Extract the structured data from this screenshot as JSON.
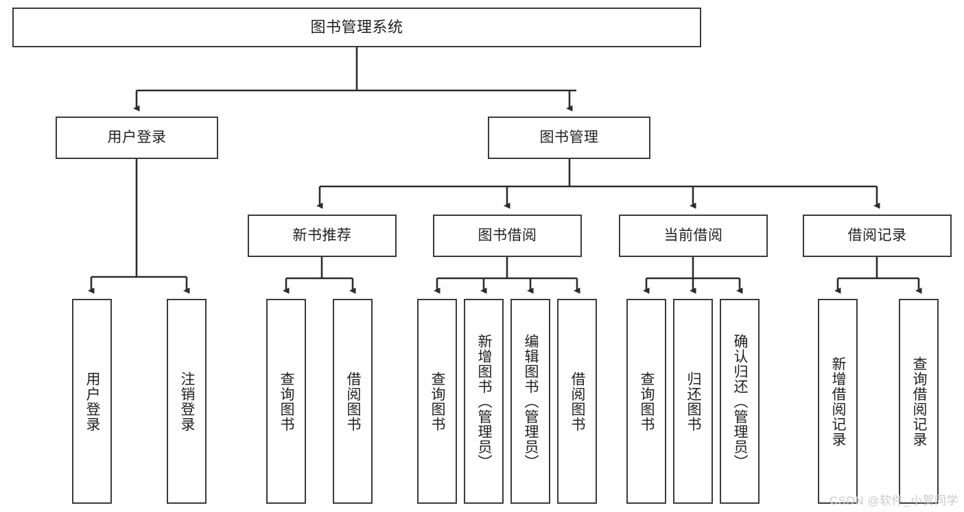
{
  "diagram": {
    "title": "图书管理系统",
    "type": "hierarchy-tree",
    "watermark": "CSDN @软件_小贺同学",
    "colors": {
      "box_border": "#3a3a3a",
      "box_fill": "#ffffff",
      "connector": "#2b2b2b",
      "text": "#1f1f1f",
      "watermark": "#c9c9c9"
    }
  },
  "nodes": {
    "root": {
      "label": "图书管理系统"
    },
    "level2": [
      {
        "id": "user-login",
        "label": "用户登录"
      },
      {
        "id": "book-manage",
        "label": "图书管理"
      }
    ],
    "level3": [
      {
        "id": "new-book-recommend",
        "label": "新书推荐"
      },
      {
        "id": "book-borrow",
        "label": "图书借阅"
      },
      {
        "id": "current-borrow",
        "label": "当前借阅"
      },
      {
        "id": "borrow-record",
        "label": "借阅记录"
      }
    ],
    "leaves": [
      {
        "id": "leaf-user-login",
        "label": "用户登录",
        "parent": "user-login"
      },
      {
        "id": "leaf-logout-login",
        "label": "注销登录",
        "parent": "user-login"
      },
      {
        "id": "leaf-query-book-1",
        "label": "查询图书",
        "parent": "new-book-recommend"
      },
      {
        "id": "leaf-borrow-book-1",
        "label": "借阅图书",
        "parent": "new-book-recommend"
      },
      {
        "id": "leaf-query-book-2",
        "label": "查询图书",
        "parent": "book-borrow"
      },
      {
        "id": "leaf-add-book",
        "label": "新增图书（管理员）",
        "parent": "book-borrow"
      },
      {
        "id": "leaf-edit-book",
        "label": "编辑图书（管理员）",
        "parent": "book-borrow"
      },
      {
        "id": "leaf-borrow-book-2",
        "label": "借阅图书",
        "parent": "book-borrow"
      },
      {
        "id": "leaf-query-book-3",
        "label": "查询图书",
        "parent": "current-borrow"
      },
      {
        "id": "leaf-return-book",
        "label": "归还图书",
        "parent": "current-borrow"
      },
      {
        "id": "leaf-confirm-return",
        "label": "确认归还（管理员）",
        "parent": "current-borrow"
      },
      {
        "id": "leaf-add-record",
        "label": "新增借阅记录",
        "parent": "borrow-record"
      },
      {
        "id": "leaf-query-record",
        "label": "查询借阅记录",
        "parent": "borrow-record"
      }
    ]
  }
}
